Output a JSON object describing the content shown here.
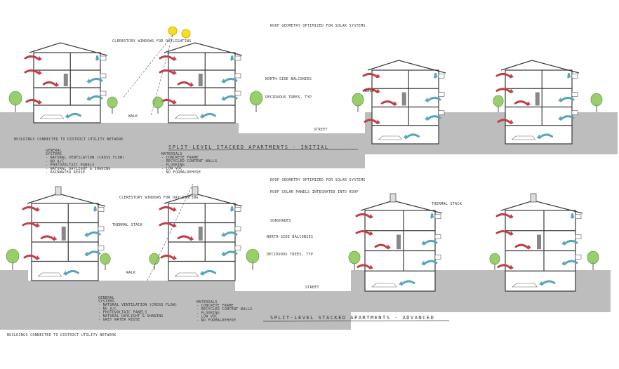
{
  "colors": {
    "ground": "#bdbdbd",
    "line": "#3a3a3a",
    "warm_air": "#c0404a",
    "cool_air": "#5aa6b8",
    "tree": "#8fca5a",
    "sun": "#f2e020"
  },
  "panels": [
    {
      "title": "SPLIT-LEVEL STACKED APARTMENTS - INITIAL",
      "labels": {
        "roof": "ROOF GEOMETRY OPTIMIZED FOR SOLAR SYSTEMS",
        "clerestory": "CLERESTORY WINDOWS FOR DAYLIGHTING",
        "balconies": "NORTH-SIDE BALCONIES",
        "trees": "DECIDUOUS TREES, TYP",
        "walk": "WALK",
        "street": "STREET",
        "building": "BUILDINGS CONNECTED TO DISTRICT UTILITY NETWORK",
        "general_head": "GENERAL",
        "general": [
          "SYSTEMS",
          "- NATURAL VENTILATION (CROSS FLOW)",
          "- NO A/C",
          "- PHOTOVOLTAIC PANELS",
          "- NATURAL DAYLIGHT & SHADING",
          "- RAINWATER REUSE"
        ],
        "materials_head": "MATERIALS",
        "materials": [
          "- CONCRETE FRAME",
          "- RECYCLED CONTENT WALLS",
          "- FLOORING",
          "- LOW VOC",
          "- NO FORMALDEHYDE"
        ]
      }
    },
    {
      "title": "SPLIT-LEVEL STACKED APARTMENTS - ADVANCED",
      "labels": {
        "roof": "ROOF GEOMETRY OPTIMIZED FOR SOLAR SYSTEMS",
        "solar": "ROOF SOLAR PANELS INTEGRATED INTO ROOF",
        "clerestory": "CLERESTORY WINDOWS FOR DAYLIGHTING",
        "sunshades": "SUNSHADES",
        "balconies": "NORTH-SIDE BALCONIES",
        "trees": "DECIDUOUS TREES, TYP",
        "stack": "THERMAL STACK",
        "walk": "WALK",
        "street": "STREET",
        "building": "BUILDINGS CONNECTED TO DISTRICT UTILITY NETWORK",
        "general_head": "GENERAL",
        "general": [
          "SYSTEMS",
          "- NATURAL VENTILATION (CROSS FLOW)",
          "- NO A/C",
          "- PHOTOVOLTAIC PANELS",
          "- NATURAL DAYLIGHT & SHADING",
          "- GREY WATER REUSE"
        ],
        "materials_head": "MATERIALS",
        "materials": [
          "- CONCRETE FRAME",
          "- RECYCLED CONTENT WALLS",
          "- FLOORING",
          "- LOW VOC",
          "- NO FORMALDEHYDE"
        ]
      }
    }
  ]
}
